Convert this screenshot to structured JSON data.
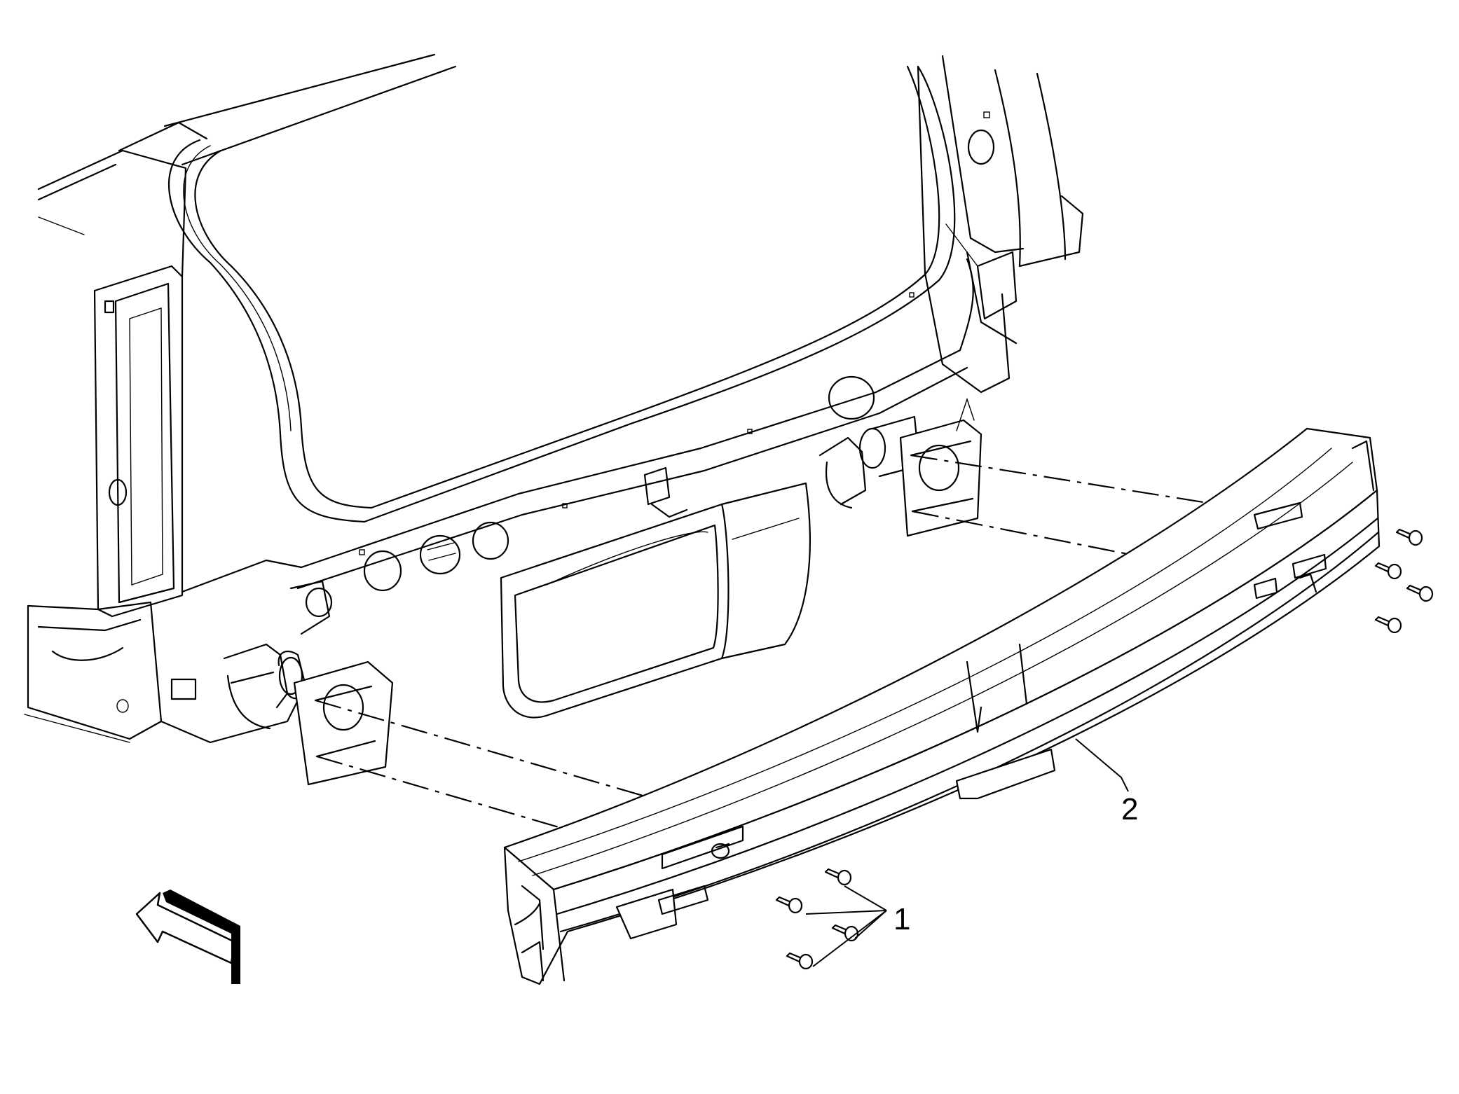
{
  "diagram": {
    "callouts": [
      {
        "id": "1",
        "label": "1"
      },
      {
        "id": "2",
        "label": "2"
      }
    ],
    "icons": {
      "direction_arrow": "forward-direction-arrow-icon",
      "bolt": "bolt-icon"
    }
  }
}
